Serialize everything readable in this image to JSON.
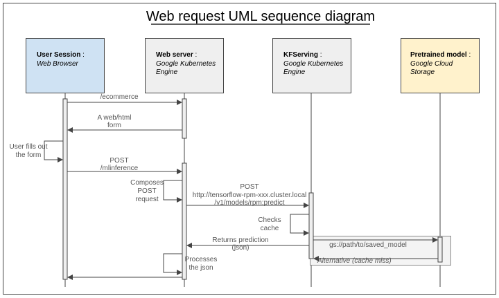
{
  "title": "Web request UML sequence diagram",
  "participants": [
    {
      "name": "User Session",
      "sep": " :",
      "subtitle": [
        "Web Browser"
      ],
      "fill": "#cfe2f3"
    },
    {
      "name": "Web server",
      "sep": " :",
      "subtitle": [
        "Google Kubernetes",
        "Engine"
      ],
      "fill": "#efefef"
    },
    {
      "name": "KFServing",
      "sep": " :",
      "subtitle": [
        "Google Kubernetes",
        "Engine"
      ],
      "fill": "#efefef"
    },
    {
      "name": "Pretrained model",
      "sep": " :",
      "subtitle": [
        "Google Cloud",
        "Storage"
      ],
      "fill": "#fff2cc"
    }
  ],
  "messages": {
    "ecommerce": [
      "/ecommerce"
    ],
    "form": [
      "A web/html",
      "form"
    ],
    "user_fills": [
      "User fills out",
      "the form"
    ],
    "post": [
      "POST",
      "/mlinference"
    ],
    "composes": [
      "Composes",
      "POST",
      "request"
    ],
    "post_kf": [
      "POST",
      "http://tensorflow-rpm-xxx.cluster.local",
      "/v1/models/rpm:predict"
    ],
    "checks": [
      "Checks",
      "cache"
    ],
    "gs_path": [
      "gs://path/to/saved_model"
    ],
    "returns": [
      "Returns prediction",
      "(json)"
    ],
    "alternative": [
      "Alternative (cache miss)"
    ],
    "processes": [
      "Processes",
      "the json"
    ]
  },
  "colors": {
    "line": "#444444",
    "label": "#555555",
    "fragment": "#888888",
    "activation": "#efefef"
  }
}
